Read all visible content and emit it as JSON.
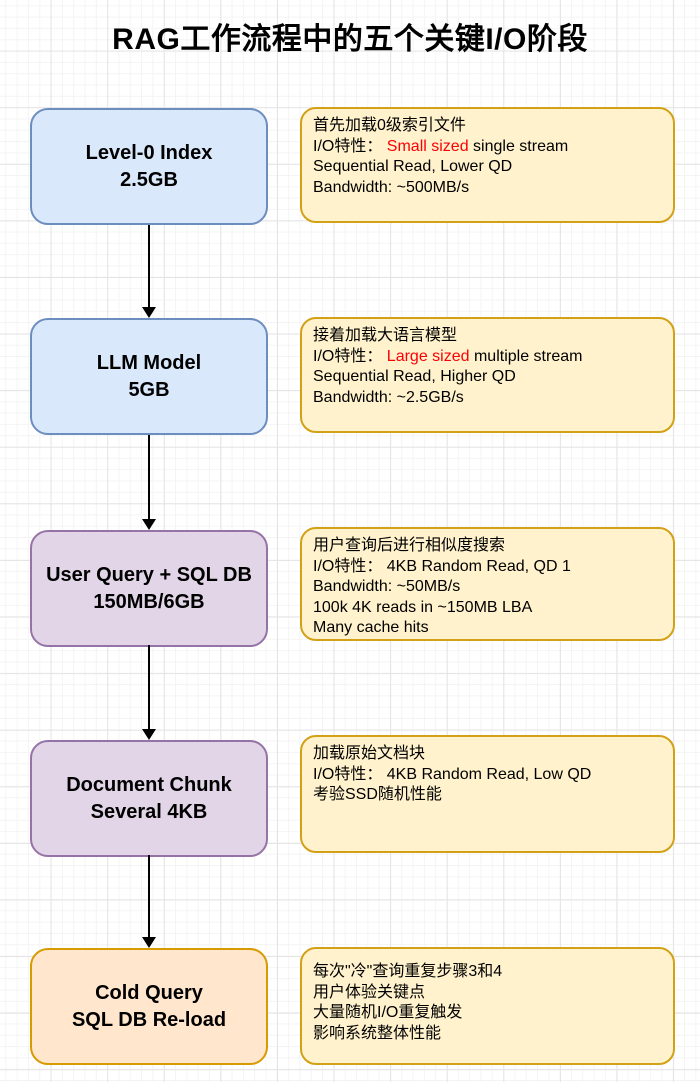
{
  "title": "RAG工作流程中的五个关键I/O阶段",
  "colors": {
    "node_blue_fill": "#dae8fc",
    "node_blue_border": "#6c8ebf",
    "node_purple_fill": "#e1d5e7",
    "node_purple_border": "#9673a6",
    "node_orange_fill": "#ffe6cc",
    "node_orange_border": "#d79b00",
    "note_fill": "#fff2cc",
    "note_border": "#d3a117",
    "highlight_red": "#fb0006",
    "arrow": "#000000"
  },
  "rows": [
    {
      "box": {
        "line1": "Level-0 Index",
        "line2": "2.5GB"
      },
      "note": {
        "lines": [
          {
            "pre": "首先加载0级索引文件"
          },
          {
            "pre": "I/O特性： ",
            "red": "Small sized",
            "post": " single stream"
          },
          {
            "pre": "Sequential Read, Lower QD"
          },
          {
            "pre": "Bandwidth: ~500MB/s"
          }
        ]
      }
    },
    {
      "box": {
        "line1": "LLM Model",
        "line2": "5GB"
      },
      "note": {
        "lines": [
          {
            "pre": "接着加载大语言模型"
          },
          {
            "pre": "I/O特性： ",
            "red": "Large sized",
            "post": " multiple stream"
          },
          {
            "pre": "Sequential Read, Higher QD"
          },
          {
            "pre": "Bandwidth: ~2.5GB/s"
          }
        ]
      }
    },
    {
      "box": {
        "line1": "User Query + SQL DB",
        "line2": "150MB/6GB"
      },
      "note": {
        "lines": [
          {
            "pre": "用户查询后进行相似度搜索"
          },
          {
            "pre": "I/O特性： 4KB Random Read, QD 1"
          },
          {
            "pre": "Bandwidth: ~50MB/s"
          },
          {
            "pre": "100k 4K reads in ~150MB LBA"
          },
          {
            "pre": "Many cache hits"
          }
        ]
      }
    },
    {
      "box": {
        "line1": "Document Chunk",
        "line2": "Several 4KB"
      },
      "note": {
        "lines": [
          {
            "pre": "加载原始文档块"
          },
          {
            "pre": "I/O特性： 4KB Random Read, Low QD"
          },
          {
            "pre": "考验SSD随机性能"
          }
        ]
      }
    },
    {
      "box": {
        "line1": "Cold Query",
        "line2": "SQL DB Re-load"
      },
      "note": {
        "lines": [
          {
            "pre": "每次\"冷\"查询重复步骤3和4"
          },
          {
            "pre": "用户体验关键点"
          },
          {
            "pre": "大量随机I/O重复触发"
          },
          {
            "pre": "影响系统整体性能"
          }
        ]
      }
    }
  ]
}
